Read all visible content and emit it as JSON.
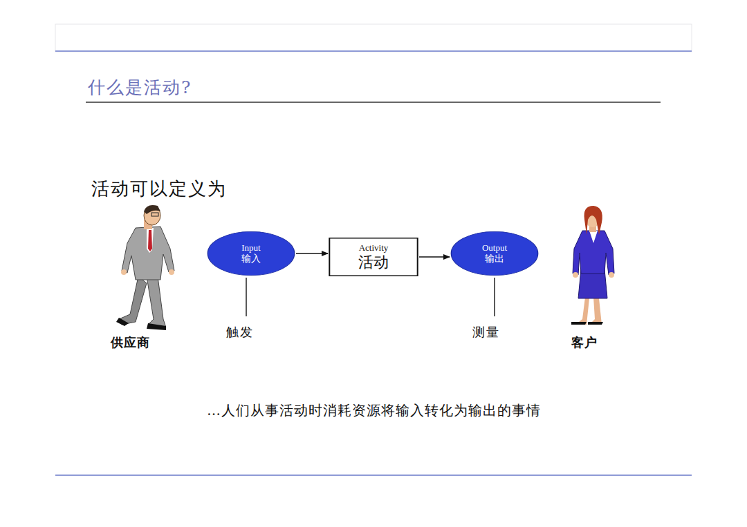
{
  "diagram": {
    "title": "什么是活动?",
    "caption": "…人们从事活动时消耗资源将输入转化为输出的事情",
    "nodes": [
      {
        "text": [
          "Input",
          "输入"
        ]
      },
      {
        "text": [
          "Activity",
          "活动"
        ]
      },
      {
        "text": [
          "Output",
          "输出"
        ]
      }
    ],
    "edges": [
      {
        "from": 0,
        "to": 1,
        "arrow": "to"
      },
      {
        "from": 1,
        "to": 2,
        "arrow": "to"
      }
    ],
    "labels": [
      "活动可以定义为",
      "供应商",
      "触发",
      "测量",
      "客户"
    ]
  }
}
